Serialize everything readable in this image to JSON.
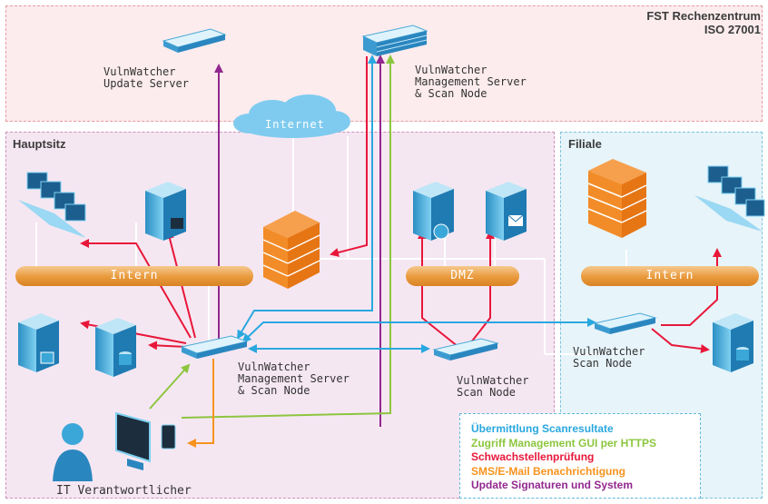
{
  "zones": {
    "datacenter_title_line1": "FST Rechenzentrum",
    "datacenter_title_line2": "ISO 27001",
    "headquarters_title": "Hauptsitz",
    "branch_title": "Filiale"
  },
  "network_labels": {
    "internet": "Internet",
    "intern_hq": "Intern",
    "dmz": "DMZ",
    "intern_branch": "Intern"
  },
  "nodes": {
    "update_server": [
      "VulnWatcher",
      "Update Server"
    ],
    "dc_management_server": [
      "VulnWatcher",
      "Management Server",
      "& Scan Node"
    ],
    "hq_management_server": [
      "VulnWatcher",
      "Management Server",
      "& Scan Node"
    ],
    "hq_scan_node": [
      "VulnWatcher",
      "Scan Node"
    ],
    "branch_scan_node": [
      "VulnWatcher",
      "Scan Node"
    ],
    "it_admin": "IT Verantwortlicher"
  },
  "legend": [
    {
      "text": "Übermittlung Scanresultate",
      "color": "#29a8df"
    },
    {
      "text": "Zugriff Management GUI per HTTPS",
      "color": "#8cc63f"
    },
    {
      "text": "Schwachstellenprüfung",
      "color": "#e8173a"
    },
    {
      "text": "SMS/E-Mail Benachrichtigung",
      "color": "#f7931e"
    },
    {
      "text": "Update Signaturen und System",
      "color": "#92278f"
    }
  ],
  "colors": {
    "scan_results": "#29a8df",
    "gui_access": "#8cc63f",
    "vuln_check": "#e8173a",
    "notification": "#f7931e",
    "updates": "#92278f"
  },
  "icons": [
    "server-rack-icon",
    "workstation-group-icon",
    "tower-server-icon",
    "firewall-icon",
    "web-server-icon",
    "mail-server-icon",
    "database-server-icon",
    "file-server-icon",
    "monitor-icon",
    "phone-icon",
    "user-icon",
    "cloud-icon"
  ]
}
